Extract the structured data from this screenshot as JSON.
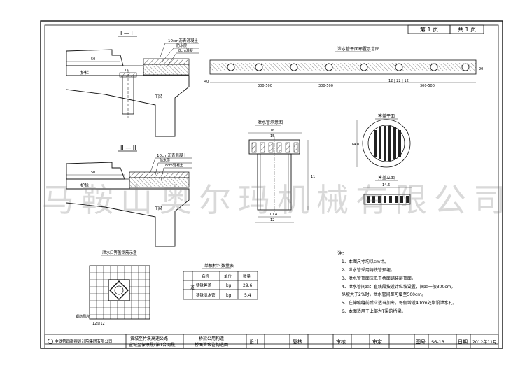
{
  "page": {
    "page_no": "第 1 页",
    "page_total": "共 1 页"
  },
  "sections": {
    "s1": "I — I",
    "s2": "II — II",
    "drain_layout": "泄水管平面布置示意图",
    "drain_detail": "泄水管示意图",
    "grate_plan": "箅盖平面",
    "grate_elev": "箅盖立面",
    "outlet_detail": "泄水口箅盖钢筋示意",
    "qty_table": "单根材料数量表"
  },
  "labels": {
    "deck_10cm": "10cm沥青混凝土",
    "waterproof": "防水层",
    "deck_8cm": "8cm混凝土",
    "curb": "护栏",
    "tbeam": "T梁",
    "dim_50": "50",
    "dim_11": "11",
    "dim_16": "16",
    "dim_15": "15",
    "dim_12": "12",
    "dim_104": "10.4",
    "dim_148": "14.8",
    "dim_16b": "14.6",
    "dim_40": "40",
    "dim_20": "20",
    "dim_300": "300-500",
    "dim_1222": "12 | 22 | 12",
    "rebar_note": "12@12",
    "bar_label": "钢筋网片"
  },
  "qty_table": {
    "headers": [
      "名称",
      "单位",
      "数量"
    ],
    "rows": [
      {
        "group": "一\n道",
        "item": "铸铁箅盖",
        "unit": "kg",
        "qty": "29.6"
      },
      {
        "group": "",
        "item": "铸铁泄水管",
        "unit": "kg",
        "qty": "5.4"
      }
    ]
  },
  "notes": {
    "title": "注：",
    "items": [
      "1、本图尺寸均以cm计。",
      "2、泄水管采用铸铁管预埋。",
      "3、泄水管顶面应低于桥面铺装层顶面。",
      "4、泄水管间距：直线段按设计纵坡设置，间距一般300cm。",
      "   纵坡大于2%时，泄水管间距可增至500cm。",
      "5、在伸缩缝前后应适当加密，每侧增设40cm处增设泄水孔。",
      "6、本图适用于上部为T梁的桥梁。"
    ]
  },
  "title_block": {
    "company": "中铁第四勘察设计院集团有限公司",
    "project_line1": "黄城至竹溪高速公路",
    "project_line2": "宜城至保康段(第1合同段)",
    "drawing_line1": "桥梁公用构造",
    "drawing_line2": "桥面泄水管构造图",
    "design": "设计",
    "review": "复核",
    "audit": "审核",
    "approve": "审定",
    "drawing_no_label": "图号",
    "drawing_no": "S6-13",
    "date_label": "日期",
    "date": "2012年11月"
  },
  "watermark": "马鞍山奥尔玛机械有限公司"
}
